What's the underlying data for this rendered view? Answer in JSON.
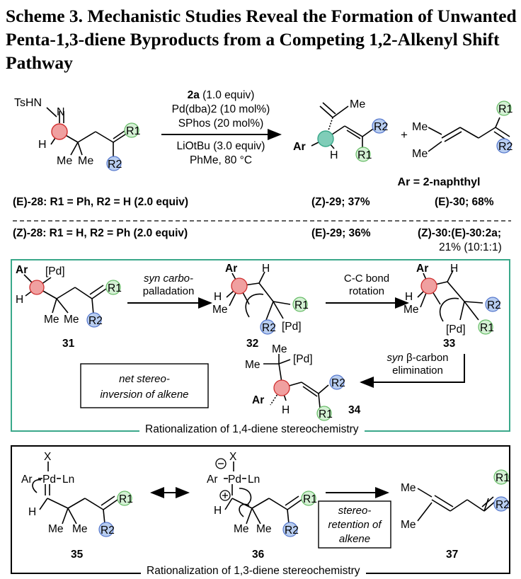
{
  "title": "Scheme 3. Mechanistic Studies Reveal the Formation of Unwanted Penta-1,3-diene Byproducts from a Competing 1,2-Alkenyl Shift Pathway",
  "reaction": {
    "reagent_2a_bold": "2a",
    "reagent_2a_equiv": " (1.0 equiv)",
    "catalyst": "Pd(dba)2 (10 mol%)",
    "ligand": "SPhos (20 mol%)",
    "base": "LiOtBu (3.0 equiv)",
    "conditions": "PhMe, 80 °C",
    "plus": "+",
    "ar_definition": "Ar = 2-naphthyl"
  },
  "results": {
    "row1_substrate": "(E)-28: R1 = Ph, R2 = H (2.0 equiv)",
    "row1_product29": "(Z)-29; 37%",
    "row1_product30": "(E)-30; 68%",
    "row2_substrate": "(Z)-28: R1 = H, R2 = Ph (2.0 equiv)",
    "row2_product29": "(E)-29; 36%",
    "row2_product30": "(Z)-30:(E)-30:2a;",
    "row2_product30_yield": "21% (10:1:1)"
  },
  "box1": {
    "caption": "Rationalization of 1,4-diene stereochemistry",
    "arrow1_label_line1": "syn carbo-",
    "arrow1_label_line2": "palladation",
    "arrow2_label_line1": "C-C bond",
    "arrow2_label_line2": "rotation",
    "arrow3_label_line1": "syn β-carbon",
    "arrow3_label_line2": "elimination",
    "note_line1": "net stereo-",
    "note_line2": "inversion of alkene",
    "compounds": [
      "31",
      "32",
      "33",
      "34"
    ]
  },
  "box2": {
    "caption": "Rationalization of 1,3-diene stereochemistry",
    "note_line1": "stereo-",
    "note_line2": "retention of",
    "note_line3": "alkene",
    "compounds": [
      "35",
      "36",
      "37"
    ]
  },
  "atom_labels": {
    "tshn": "TsHN",
    "n": "N",
    "h": "H",
    "me": "Me",
    "ar": "Ar",
    "pd": "[Pd]",
    "pd_plain": "Pd",
    "x": "X",
    "ln": "Ln",
    "r1": "R1",
    "r2": "R2"
  },
  "colors": {
    "red_highlight": "#f0a0a0",
    "red_stroke": "#d03030",
    "blue_highlight": "#b8cdf0",
    "blue_stroke": "#5577cc",
    "green_highlight": "#d4f0d4",
    "green_stroke": "#66bb66",
    "teal_highlight": "#7fcdb8",
    "box_teal": "#3aa88a"
  }
}
